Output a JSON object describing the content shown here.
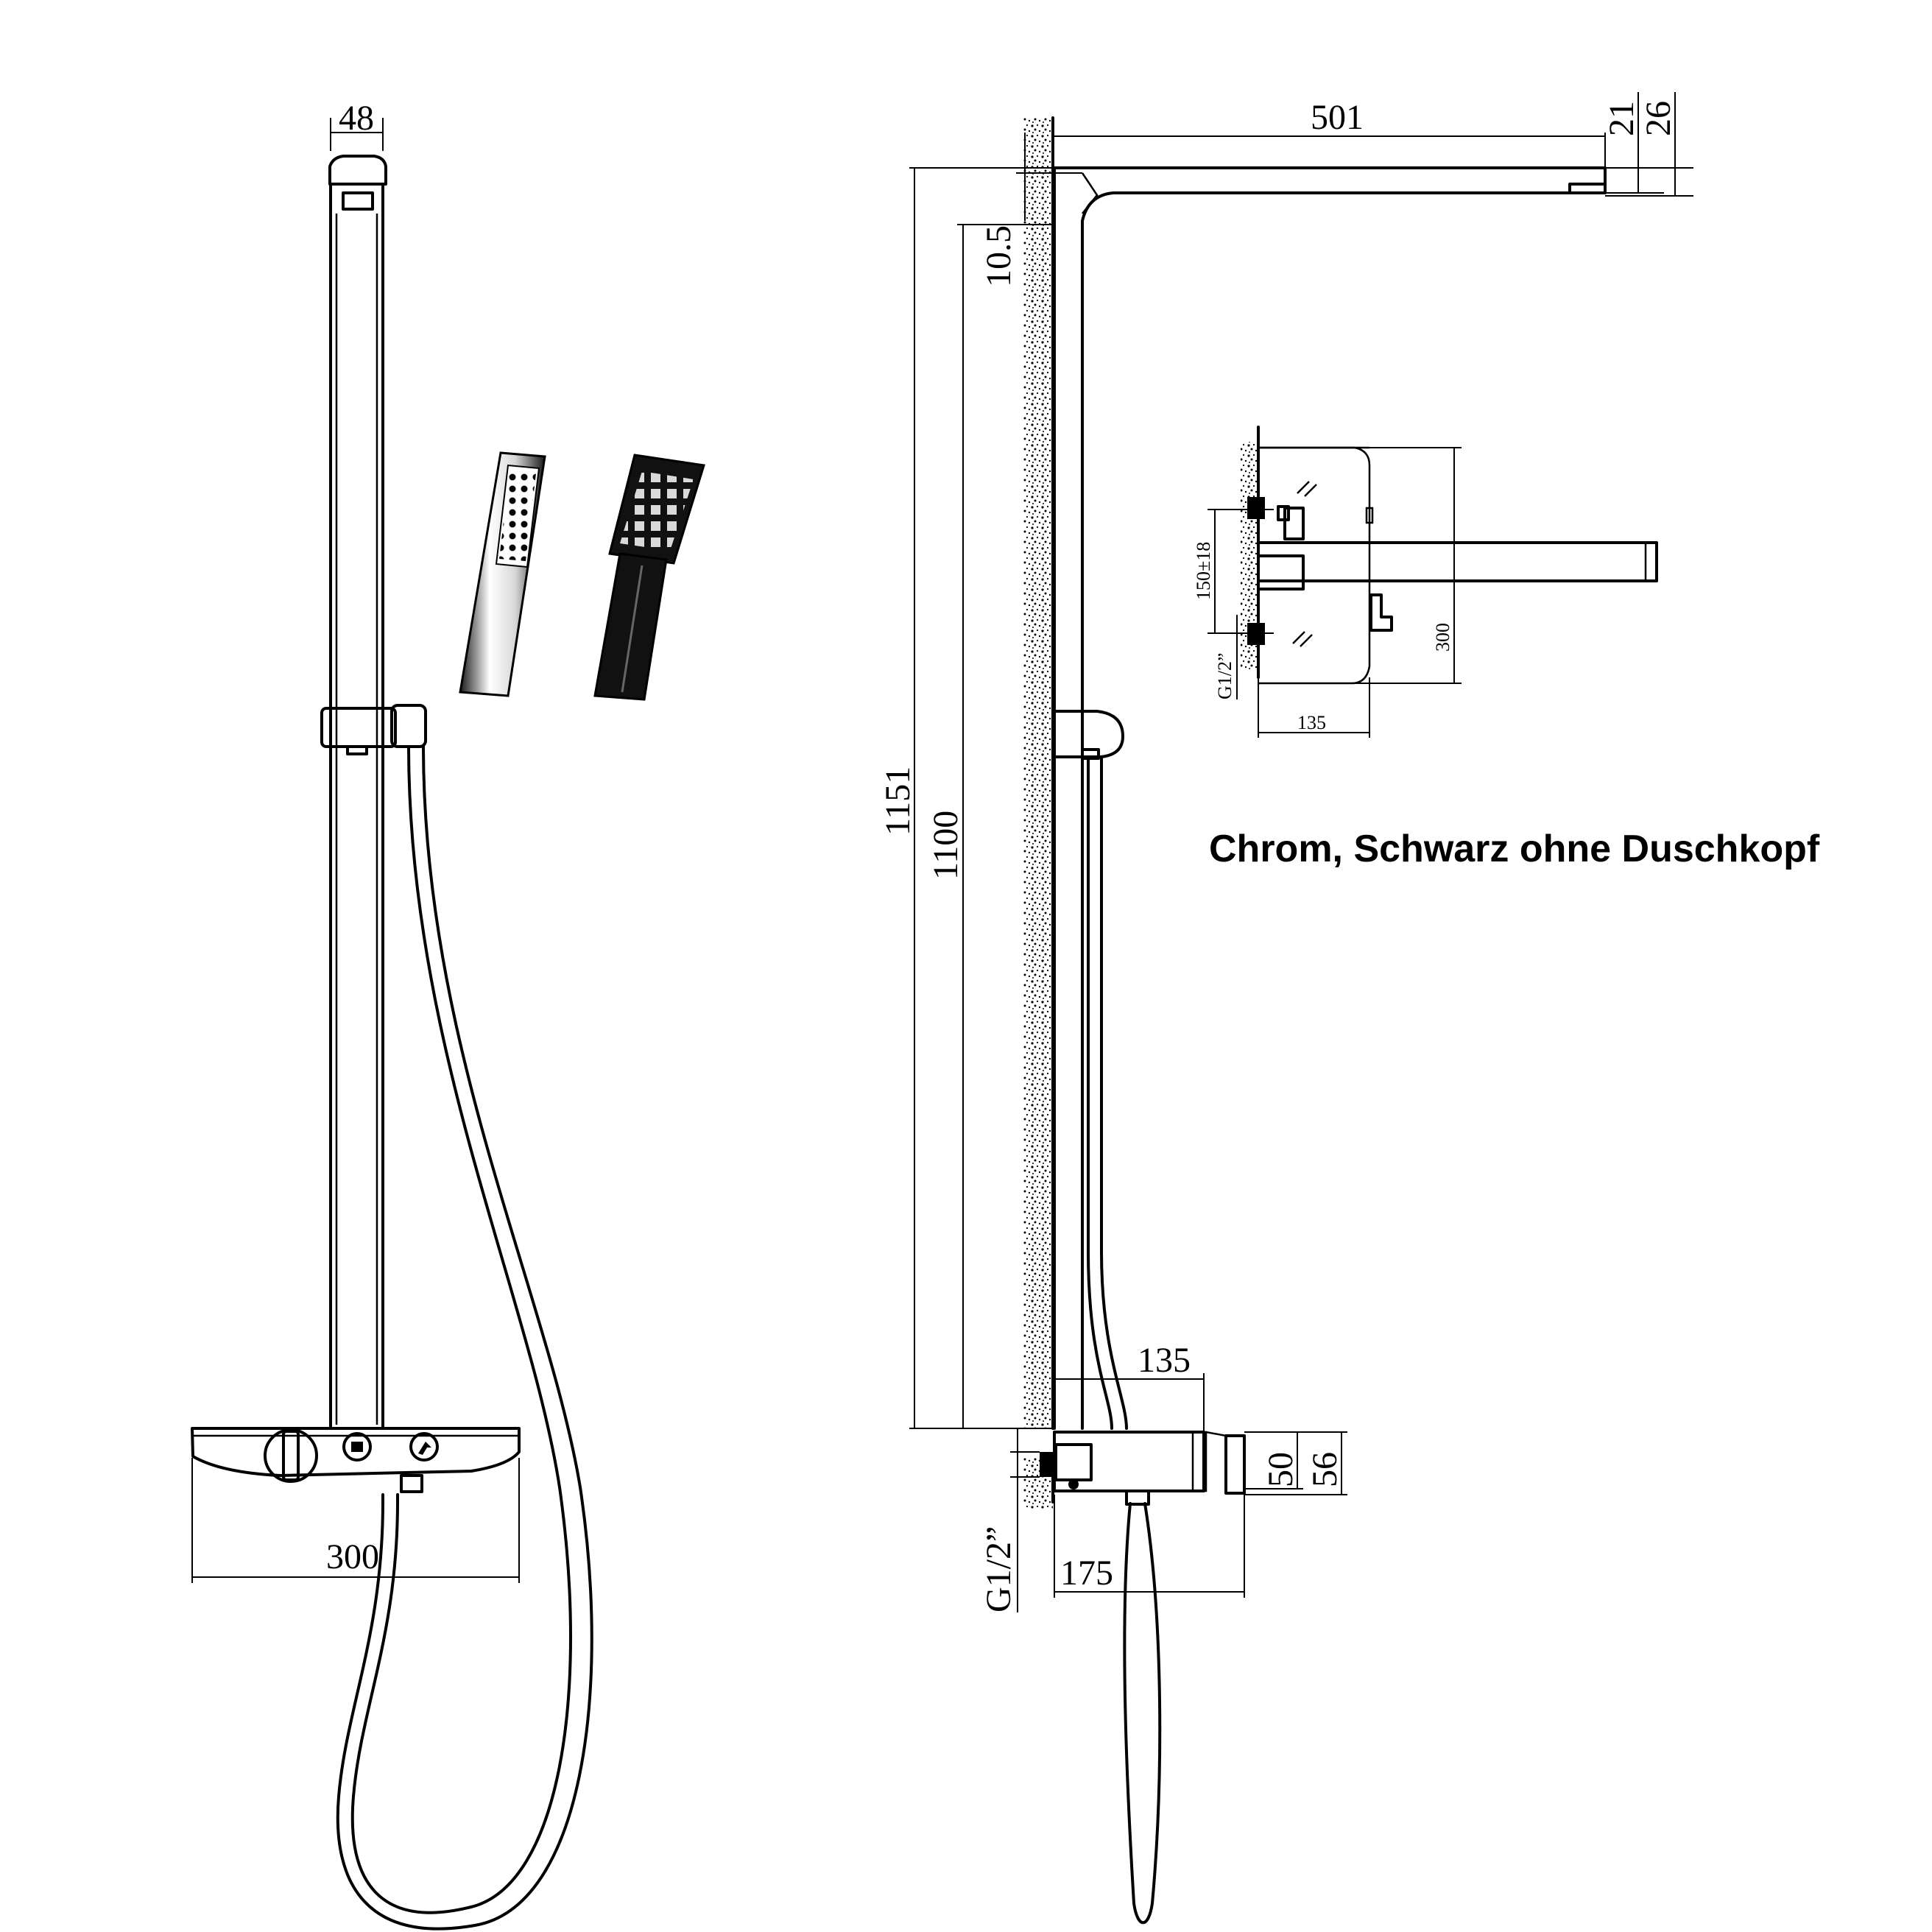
{
  "caption": "Chrom, Schwarz ohne Duschkopf",
  "dimensions": {
    "front_top_width": "48",
    "front_shelf_width": "300",
    "side_arm_length": "501",
    "side_head_21": "21",
    "side_head_26": "26",
    "side_offset": "10.5",
    "side_total_height": "1151",
    "side_height": "1100",
    "side_mixer_depth": "135",
    "side_mixer_50": "50",
    "side_mixer_56": "56",
    "side_connection": "G1/2”",
    "side_shelf_depth": "175",
    "detail_spacing": "150±18",
    "detail_height": "300",
    "detail_connection": "G1/2”",
    "detail_width": "135"
  },
  "colors": {
    "line": "#000000",
    "chrome_light": "#f2f2f2",
    "chrome_dark": "#1a1a1a",
    "matte_black": "#111111"
  }
}
